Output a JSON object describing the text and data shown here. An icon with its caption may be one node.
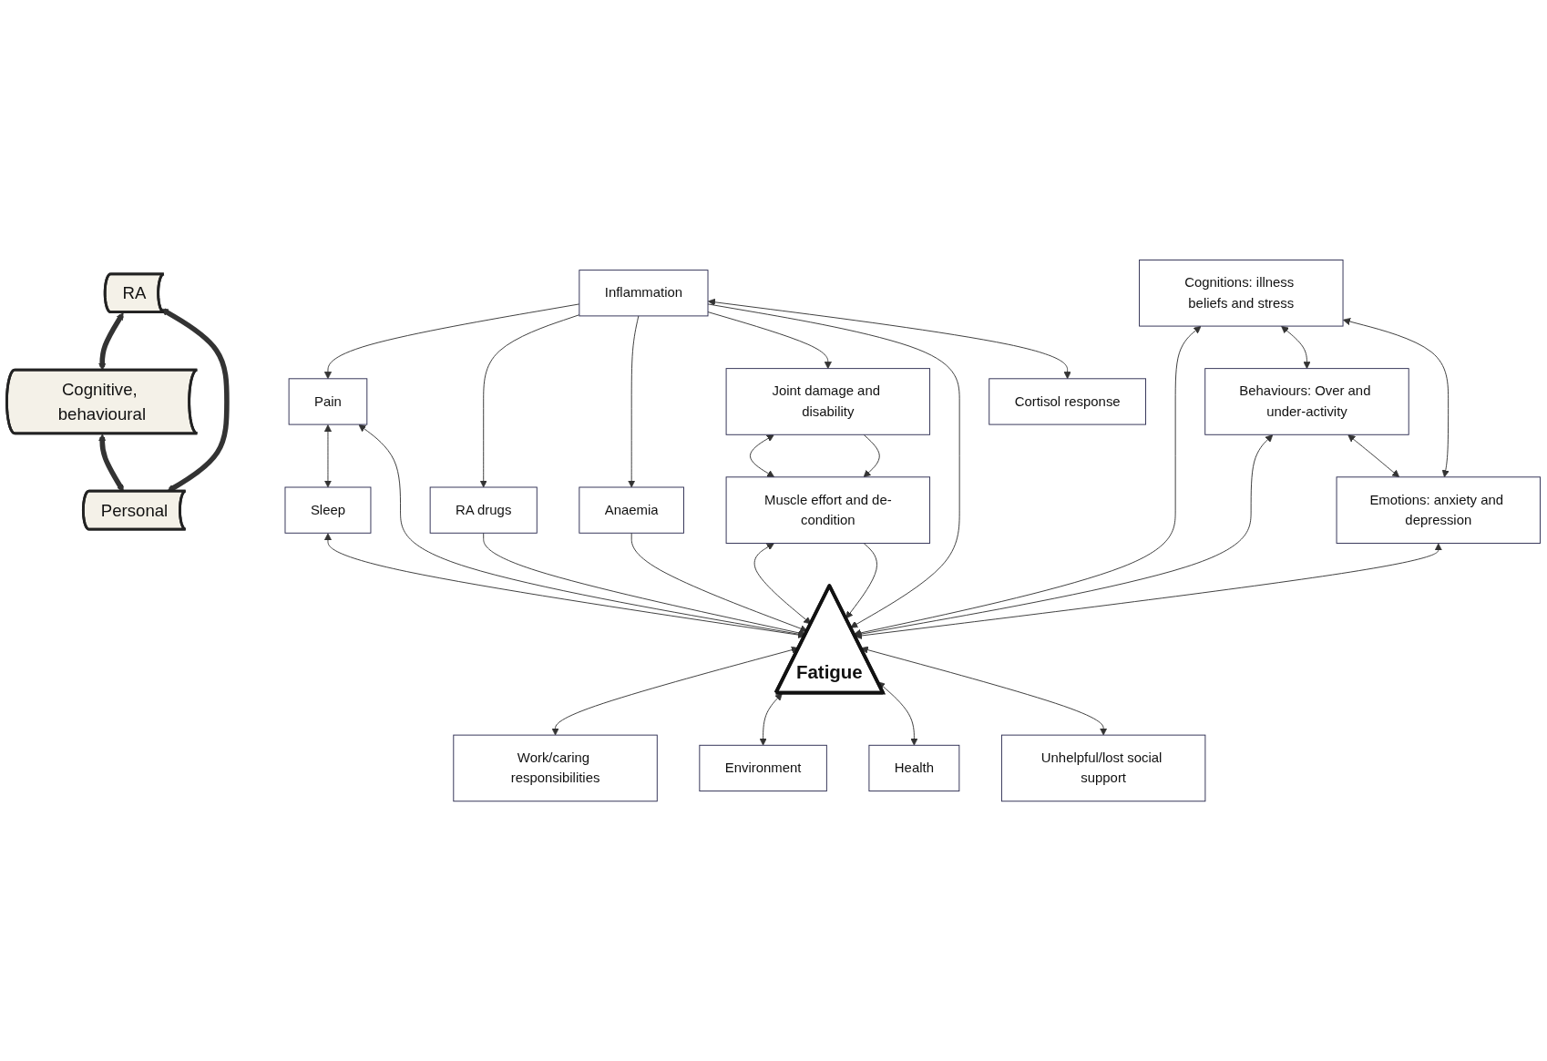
{
  "diagram": {
    "nodes": [
      {
        "text": [
          "RA"
        ]
      },
      {
        "text": [
          "Cognitive, behavioural"
        ]
      },
      {
        "text": [
          "Personal"
        ]
      },
      {
        "text": [
          "Fatigue"
        ]
      },
      {
        "text": [
          "Inflammation"
        ]
      },
      {
        "text": [
          "Pain"
        ]
      },
      {
        "text": [
          "Sleep"
        ]
      },
      {
        "text": [
          "RA drugs"
        ]
      },
      {
        "text": [
          "Anaemia"
        ]
      },
      {
        "text": [
          "Cortisol response"
        ]
      },
      {
        "text": [
          "Joint damage and disability"
        ]
      },
      {
        "text": [
          "Muscle effort and de-condition"
        ]
      },
      {
        "text": [
          "Cognitions: illness beliefs and stress"
        ]
      },
      {
        "text": [
          "Behaviours: Over and under-activity"
        ]
      },
      {
        "text": [
          "Emotions: anxiety and depression"
        ]
      },
      {
        "text": [
          "Work/caring responsibilities"
        ]
      },
      {
        "text": [
          "Environment"
        ]
      },
      {
        "text": [
          "Health"
        ]
      },
      {
        "text": [
          "Unhelpful/lost social support"
        ]
      }
    ],
    "edges": [
      {
        "from": 0,
        "to": 1,
        "arrow": "both",
        "style": "thick"
      },
      {
        "from": 0,
        "to": 2,
        "arrow": "both",
        "style": "thick"
      },
      {
        "from": 1,
        "to": 2,
        "arrow": "both",
        "style": "thick"
      },
      {
        "from": 4,
        "to": 5,
        "arrow": "to"
      },
      {
        "from": 4,
        "to": 7,
        "arrow": "to"
      },
      {
        "from": 4,
        "to": 8,
        "arrow": "to"
      },
      {
        "from": 4,
        "to": 10,
        "arrow": "to"
      },
      {
        "from": 4,
        "to": 3,
        "arrow": "to"
      },
      {
        "from": 4,
        "to": 9,
        "arrow": "both"
      },
      {
        "from": 5,
        "to": 6,
        "arrow": "both"
      },
      {
        "from": 5,
        "to": 3,
        "arrow": "both"
      },
      {
        "from": 6,
        "to": 3,
        "arrow": "both"
      },
      {
        "from": 7,
        "to": 3,
        "arrow": "to"
      },
      {
        "from": 8,
        "to": 3,
        "arrow": "to"
      },
      {
        "from": 10,
        "to": 11,
        "arrow": "both"
      },
      {
        "from": 10,
        "to": 11,
        "arrow": "to"
      },
      {
        "from": 11,
        "to": 3,
        "arrow": "both"
      },
      {
        "from": 11,
        "to": 3,
        "arrow": "to"
      },
      {
        "from": 12,
        "to": 3,
        "arrow": "both"
      },
      {
        "from": 12,
        "to": 13,
        "arrow": "both"
      },
      {
        "from": 12,
        "to": 14,
        "arrow": "both"
      },
      {
        "from": 13,
        "to": 3,
        "arrow": "both"
      },
      {
        "from": 13,
        "to": 14,
        "arrow": "both"
      },
      {
        "from": 14,
        "to": 3,
        "arrow": "both"
      },
      {
        "from": 3,
        "to": 15,
        "arrow": "both"
      },
      {
        "from": 3,
        "to": 16,
        "arrow": "both"
      },
      {
        "from": 3,
        "to": 17,
        "arrow": "both"
      },
      {
        "from": 3,
        "to": 18,
        "arrow": "both"
      }
    ]
  }
}
